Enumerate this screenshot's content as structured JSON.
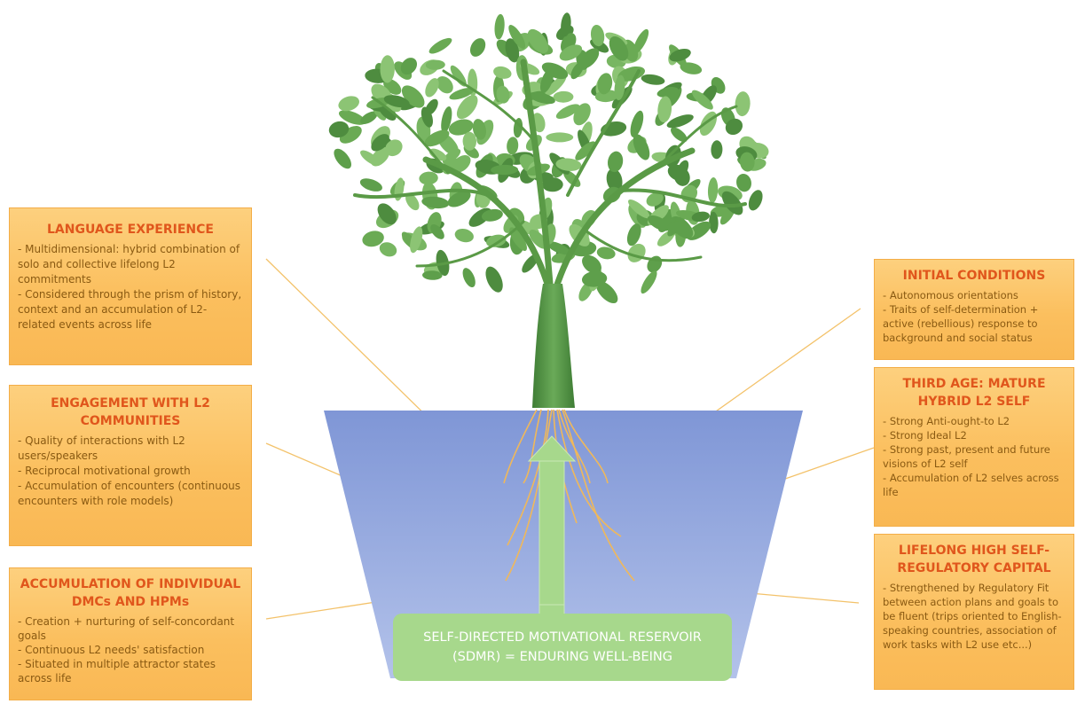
{
  "colors": {
    "box_fill": "#fbbf5e",
    "title": "#e0561c",
    "text": "#8a5a12",
    "pot": "#8da3dc",
    "tree": "#5a9a46",
    "reservoir": "#a7d88c",
    "connector": "#f3c26a"
  },
  "icons": [
    "tree-icon",
    "pot",
    "up-arrow-icon",
    "roots"
  ],
  "left_boxes": [
    {
      "title": "LANGUAGE EXPERIENCE",
      "items": [
        "Multidimensional: hybrid combination of solo and collective lifelong L2 commitments",
        "Considered through the prism of history, context and an accumulation of L2-related events across life"
      ]
    },
    {
      "title": "ENGAGEMENT WITH L2 COMMUNITIES",
      "items": [
        "Quality of interactions with L2 users/speakers",
        "Reciprocal motivational growth",
        "Accumulation of encounters (continuous encounters with role models)"
      ]
    },
    {
      "title": "ACCUMULATION OF INDIVIDUAL DMCs AND HPMs",
      "items": [
        "Creation + nurturing of self-concordant goals",
        "Continuous L2 needs' satisfaction",
        "Situated in multiple attractor states across life"
      ]
    }
  ],
  "right_boxes": [
    {
      "title": "INITIAL CONDITIONS",
      "items": [
        "Autonomous orientations",
        "Traits of self-determination + active (rebellious) response to background and social status"
      ]
    },
    {
      "title": "THIRD AGE: MATURE HYBRID L2 SELF",
      "items": [
        "Strong Anti-ought-to L2",
        "Strong Ideal L2",
        "Strong past, present and future visions of L2 self",
        "Accumulation of L2 selves across life"
      ]
    },
    {
      "title": "LIFELONG HIGH SELF-REGULATORY CAPITAL",
      "items": [
        "Strengthened by Regulatory Fit between action plans and goals to be fluent (trips oriented to English-speaking countries, association of work tasks with L2 use etc...)"
      ]
    }
  ],
  "reservoir": {
    "line1": "SELF-DIRECTED MOTIVATIONAL RESERVOIR",
    "line2": "(SDMR) = ENDURING WELL-BEING"
  }
}
